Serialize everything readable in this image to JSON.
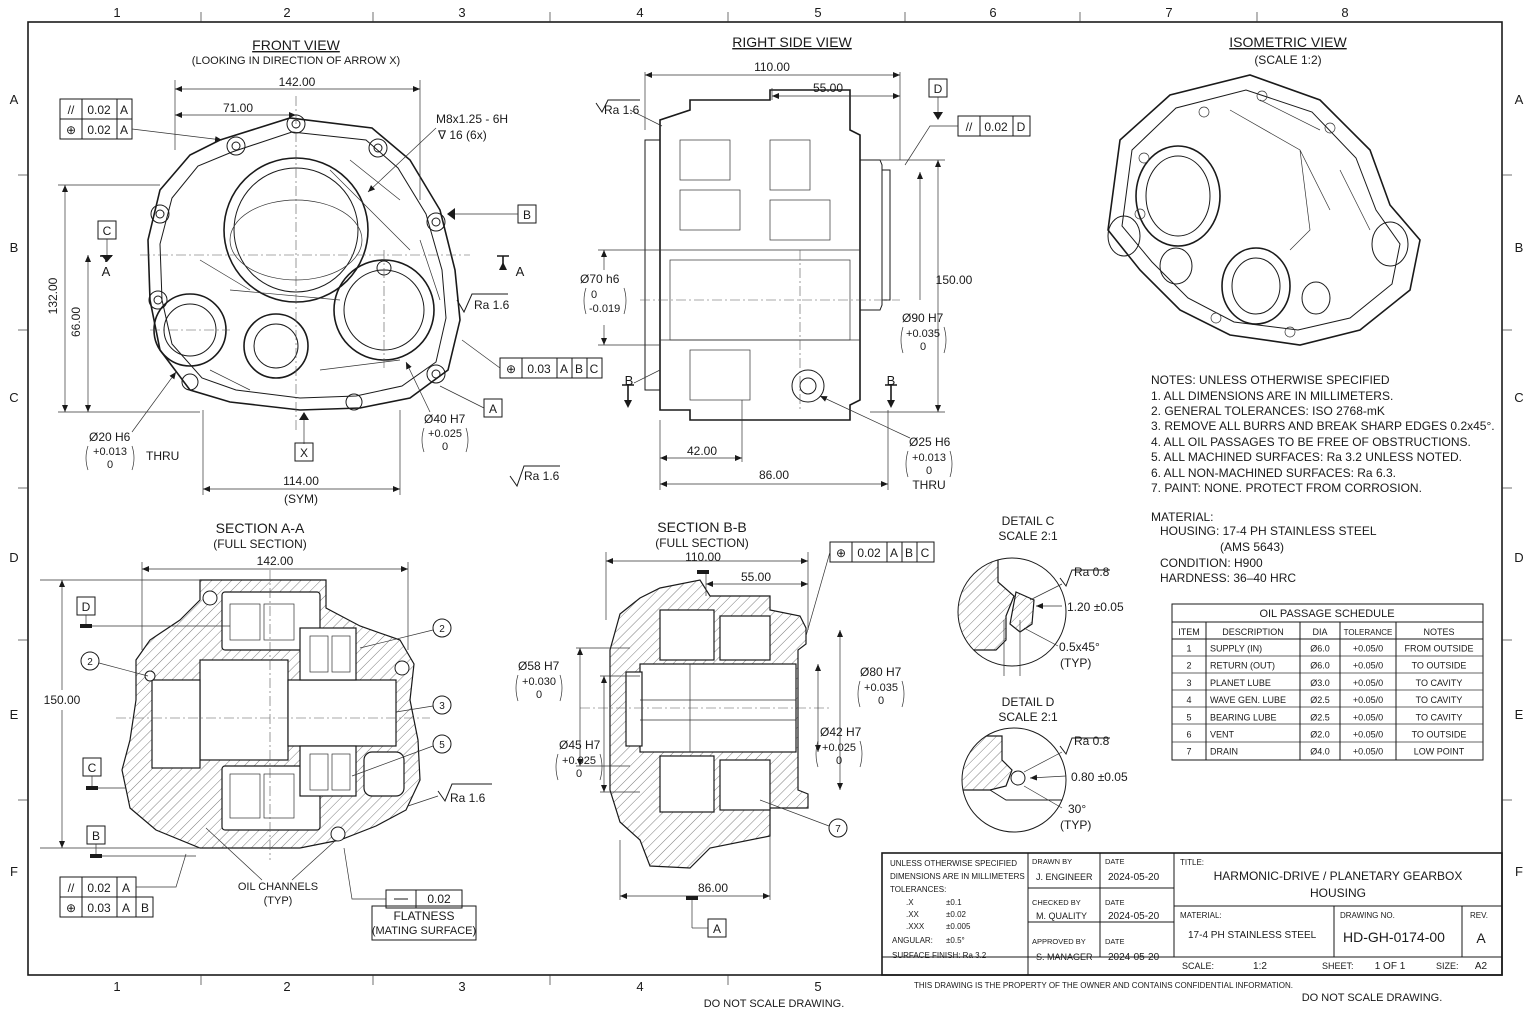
{
  "zones": {
    "columns": [
      "1",
      "2",
      "3",
      "4",
      "5",
      "6",
      "7",
      "8"
    ],
    "rows": [
      "A",
      "B",
      "C",
      "D",
      "E",
      "F"
    ]
  },
  "front_view": {
    "title": "FRONT VIEW",
    "subtitle": "(LOOKING IN DIRECTION OF ARROW X)",
    "dim_width": "142.00",
    "dim_half": "71.00",
    "dim_height": "132.00",
    "dim_half_height": "66.00",
    "dim_bottom": "114.00",
    "dim_bottom_note": "(SYM)",
    "thread_note": "M8x1.25 - 6H",
    "thread_depth": "∇ 16  (6x)",
    "fcf1": {
      "symbol": "//",
      "tol": "0.02",
      "datum": "A"
    },
    "fcf2": {
      "symbol": "⊕",
      "tol": "0.02",
      "datum": "A"
    },
    "fcf_pos": {
      "symbol": "⊕",
      "tol": "0.03",
      "d1": "A",
      "d2": "B",
      "d3": "C"
    },
    "datum_b": "B",
    "datum_c": "C",
    "datum_a": "A",
    "datum_x": "X",
    "section_a_left": "A",
    "section_a_right": "A",
    "ra_right": "Ra 1.6",
    "ra_below": "Ra 1.6",
    "bore20_dia": "Ø20 H6",
    "bore20_tol_upper": "+0.013",
    "bore20_tol_lower": "0",
    "bore20_thru": "THRU",
    "bore40_dia": "Ø40 H7",
    "bore40_tol_upper": "+0.025",
    "bore40_tol_lower": "0"
  },
  "right_view": {
    "title": "RIGHT SIDE VIEW",
    "dim_width": "110.00",
    "dim_half": "55.00",
    "dim_height": "150.00",
    "dim_42": "42.00",
    "dim_86": "86.00",
    "ra": "Ra 1.6",
    "datum_d": "D",
    "fcf": {
      "symbol": "//",
      "tol": "0.02",
      "datum": "D"
    },
    "bore70_dia": "Ø70 h6",
    "bore70_upper": "0",
    "bore70_lower": "-0.019",
    "bore90_dia": "Ø90 H7",
    "bore90_upper": "+0.035",
    "bore90_lower": "0",
    "bore25_dia": "Ø25 H6",
    "bore25_upper": "+0.013",
    "bore25_lower": "0",
    "bore25_thru": "THRU",
    "section_b_left": "B",
    "section_b_right": "B"
  },
  "iso_view": {
    "title": "ISOMETRIC VIEW",
    "subtitle": "(SCALE 1:2)"
  },
  "notes": {
    "header": "NOTES:  UNLESS OTHERWISE SPECIFIED",
    "items": [
      "1.  ALL DIMENSIONS ARE IN MILLIMETERS.",
      "2.  GENERAL TOLERANCES:  ISO 2768-mK",
      "3.  REMOVE ALL BURRS AND BREAK SHARP EDGES 0.2x45°.",
      "4.  ALL OIL PASSAGES TO BE FREE OF OBSTRUCTIONS.",
      "5.  ALL MACHINED SURFACES: Ra 3.2 UNLESS NOTED.",
      "6.  ALL NON-MACHINED SURFACES: Ra 6.3.",
      "7.  PAINT: NONE.  PROTECT FROM CORROSION."
    ],
    "material_header": "MATERIAL:",
    "material_lines": [
      "HOUSING:  17-4 PH STAINLESS STEEL",
      "(AMS 5643)",
      "CONDITION:  H900",
      "HARDNESS:  36–40 HRC"
    ]
  },
  "section_aa": {
    "title": "SECTION A-A",
    "subtitle": "(FULL SECTION)",
    "dim_width": "142.00",
    "dim_height": "150.00",
    "datum_d": "D",
    "datum_c": "C",
    "datum_b": "B",
    "balloon_2a": "2",
    "balloon_2b": "2",
    "balloon_3": "3",
    "balloon_5": "5",
    "ra": "Ra 1.6",
    "oil_label": "OIL CHANNELS",
    "oil_sub": "(TYP)",
    "fcf1": {
      "symbol": "//",
      "tol": "0.02",
      "datum": "A"
    },
    "fcf2": {
      "symbol": "⊕",
      "tol": "0.03",
      "d1": "A",
      "d2": "B"
    },
    "flatness_tol": "0.02",
    "flatness_label": "FLATNESS",
    "flatness_sub": "(MATING SURFACE)"
  },
  "section_bb": {
    "title": "SECTION B-B",
    "subtitle": "(FULL SECTION)",
    "dim_width": "110.00",
    "dim_half": "55.00",
    "dim_bottom": "86.00",
    "datum_a": "A",
    "fcf": {
      "symbol": "⊕",
      "tol": "0.02",
      "d1": "A",
      "d2": "B",
      "d3": "C"
    },
    "bore58_dia": "Ø58 H7",
    "bore58_upper": "+0.030",
    "bore58_lower": "0",
    "bore45_dia": "Ø45 H7",
    "bore45_upper": "+0.025",
    "bore45_lower": "0",
    "bore80_dia": "Ø80 H7",
    "bore80_upper": "+0.035",
    "bore80_lower": "0",
    "bore42_dia": "Ø42 H7",
    "bore42_upper": "+0.025",
    "bore42_lower": "0",
    "balloon_7": "7"
  },
  "detail_c": {
    "title": "DETAIL C",
    "scale": "SCALE 2:1",
    "ra": "Ra 0.8",
    "dim": "1.20 ±0.05",
    "chamfer": "0.5x45°",
    "typ": "(TYP)"
  },
  "detail_d": {
    "title": "DETAIL D",
    "scale": "SCALE 2:1",
    "ra": "Ra 0.8",
    "dim": "0.80 ±0.05",
    "angle": "30°",
    "typ": "(TYP)"
  },
  "oil_schedule": {
    "title": "OIL PASSAGE SCHEDULE",
    "columns": [
      "ITEM",
      "DESCRIPTION",
      "DIA",
      "TOLERANCE",
      "NOTES"
    ],
    "rows": [
      [
        "1",
        "SUPPLY (IN)",
        "Ø6.0",
        "+0.05/0",
        "FROM OUTSIDE"
      ],
      [
        "2",
        "RETURN (OUT)",
        "Ø6.0",
        "+0.05/0",
        "TO OUTSIDE"
      ],
      [
        "3",
        "PLANET LUBE",
        "Ø3.0",
        "+0.05/0",
        "TO CAVITY"
      ],
      [
        "4",
        "WAVE GEN. LUBE",
        "Ø2.5",
        "+0.05/0",
        "TO CAVITY"
      ],
      [
        "5",
        "BEARING LUBE",
        "Ø2.5",
        "+0.05/0",
        "TO CAVITY"
      ],
      [
        "6",
        "VENT",
        "Ø2.0",
        "+0.05/0",
        "TO OUTSIDE"
      ],
      [
        "7",
        "DRAIN",
        "Ø4.0",
        "+0.05/0",
        "LOW POINT"
      ]
    ]
  },
  "title_block": {
    "tol_header1": "UNLESS OTHERWISE SPECIFIED",
    "tol_header2": "DIMENSIONS ARE IN MILLIMETERS",
    "tol_header3": "TOLERANCES:",
    "tol_rows": [
      [
        ".X",
        "±0.1"
      ],
      [
        ".XX",
        "±0.02"
      ],
      [
        ".XXX",
        "±0.005"
      ]
    ],
    "angular_label": "ANGULAR:",
    "angular_value": "±0.5°",
    "finish": "SURFACE FINISH: Ra 3.2",
    "drawn_label": "DRAWN BY",
    "drawn_by": "J. ENGINEER",
    "checked_label": "CHECKED BY",
    "checked_by": "M. QUALITY",
    "approved_label": "APPROVED BY",
    "approved_by": "S. MANAGER",
    "date_label": "DATE",
    "date1": "2024-05-20",
    "date2": "2024-05-20",
    "date3": "2024-05-20",
    "title_label": "TITLE:",
    "title_line1": "HARMONIC-DRIVE / PLANETARY GEARBOX",
    "title_line2": "HOUSING",
    "material_label": "MATERIAL:",
    "material": "17-4 PH STAINLESS STEEL",
    "dwg_label": "DRAWING NO.",
    "dwg_no": "HD-GH-0174-00",
    "rev_label": "REV.",
    "rev": "A",
    "scale_label": "SCALE:",
    "scale": "1:2",
    "sheet_label": "SHEET:",
    "sheet": "1 OF 1",
    "size_label": "SIZE:",
    "size": "A2",
    "property_notice": "THIS DRAWING IS THE PROPERTY OF THE OWNER AND CONTAINS CONFIDENTIAL INFORMATION."
  },
  "footer": {
    "no_scale_left": "DO NOT SCALE DRAWING.",
    "no_scale_right": "DO NOT SCALE DRAWING."
  }
}
